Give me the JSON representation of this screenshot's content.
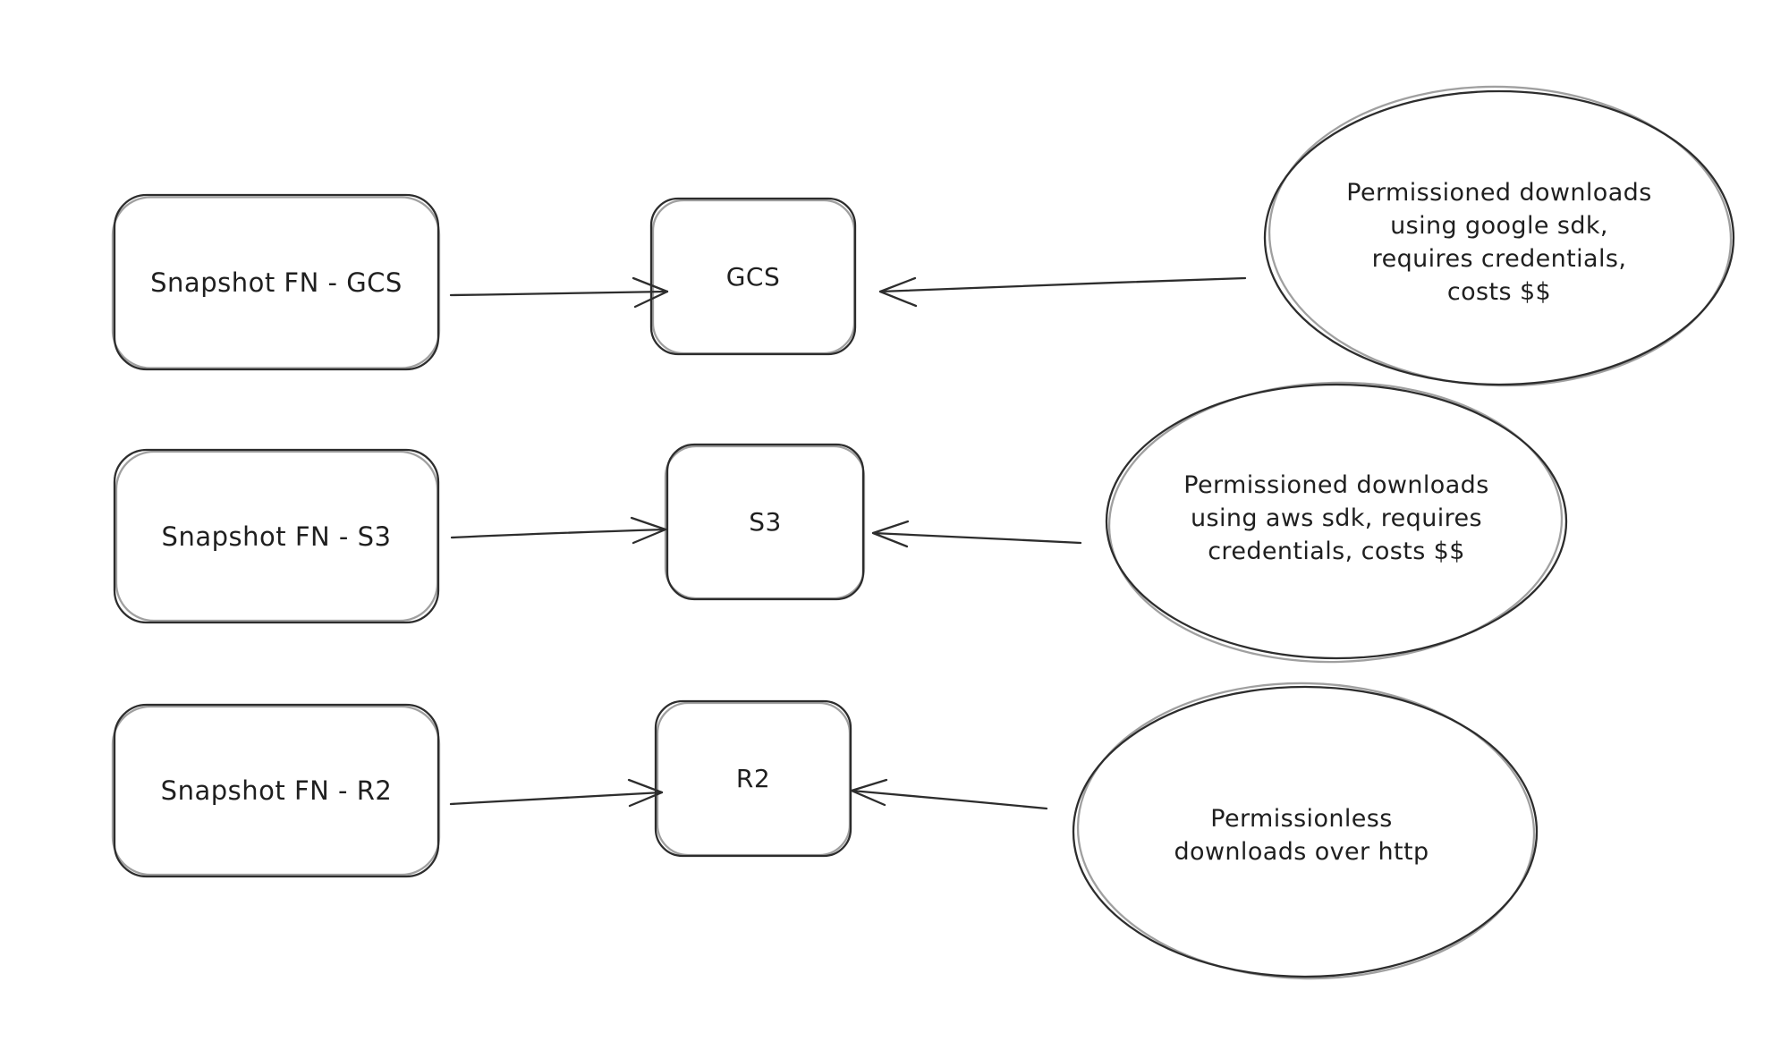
{
  "diagram": {
    "background_color": "#ffffff",
    "stroke_color": "#2d2d2d",
    "rows": [
      {
        "id": "gcs",
        "source_label": "Snapshot FN - GCS",
        "target_label": "GCS",
        "note_lines": [
          "Permissioned downloads",
          "using google sdk,",
          "requires credentials,",
          "costs $$"
        ]
      },
      {
        "id": "s3",
        "source_label": "Snapshot FN - S3",
        "target_label": "S3",
        "note_lines": [
          "Permissioned downloads",
          "using aws sdk, requires",
          "credentials, costs $$"
        ]
      },
      {
        "id": "r2",
        "source_label": "Snapshot FN - R2",
        "target_label": "R2",
        "note_lines": [
          "Permissionless",
          "downloads over http"
        ]
      }
    ]
  }
}
